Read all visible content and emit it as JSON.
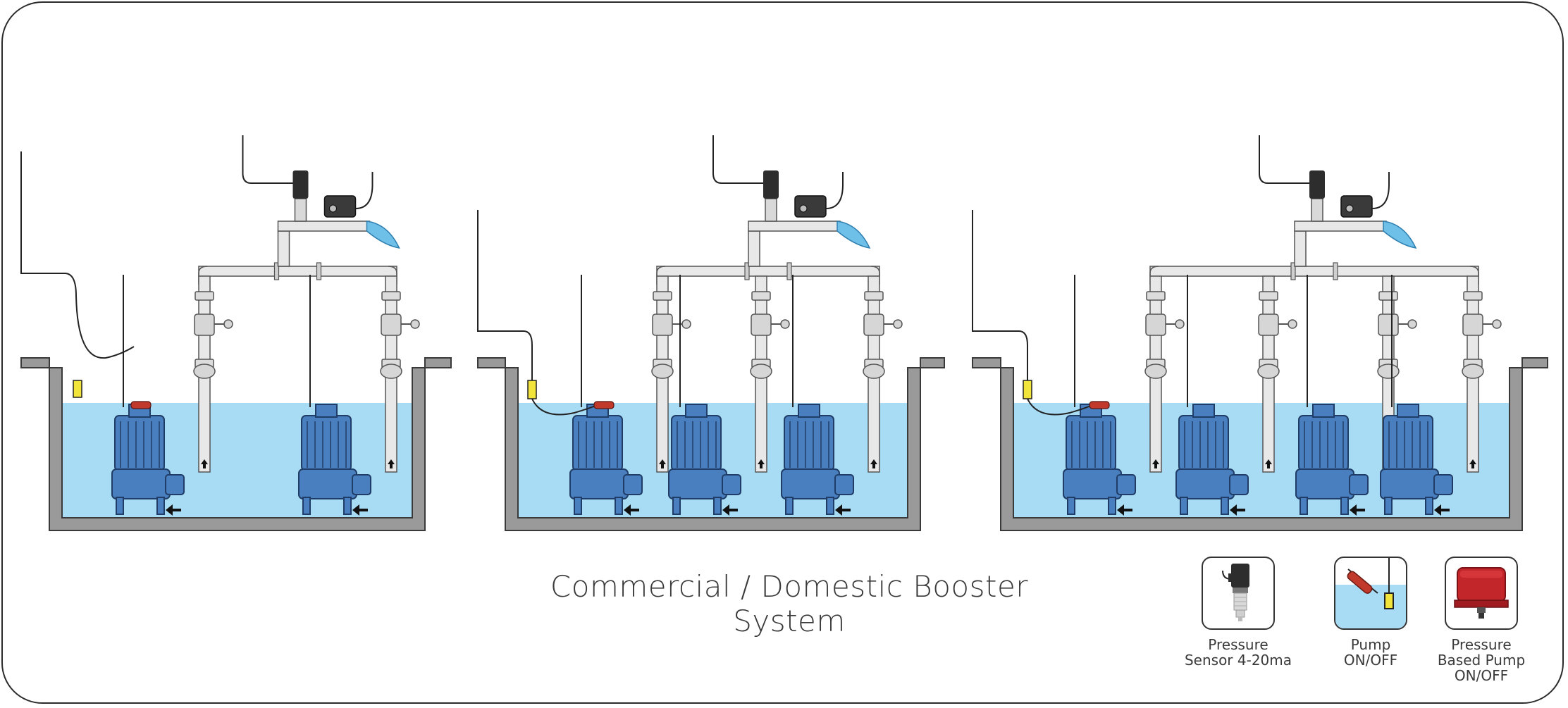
{
  "title": "Commercial / Domestic Booster System",
  "legend": [
    {
      "icon": "pressure-sensor-icon",
      "line1": "Pressure",
      "line2": "Sensor 4-20ma",
      "line3": ""
    },
    {
      "icon": "float-switch-icon",
      "line1": "Pump",
      "line2": "ON/OFF",
      "line3": ""
    },
    {
      "icon": "pressure-switch-icon",
      "line1": "Pressure",
      "line2": "Based  Pump",
      "line3": "ON/OFF"
    }
  ],
  "systems": [
    {
      "name": "two-pump-system",
      "pumps": 2
    },
    {
      "name": "three-pump-system",
      "pumps": 3
    },
    {
      "name": "four-pump-system",
      "pumps": 4
    }
  ],
  "colors": {
    "water": "#a8dcf4",
    "tank_wall": "#9a9a9a",
    "pump_blue": "#4a7fbf",
    "pipe": "#e8e8e8",
    "float": "#f2e43a",
    "level_switch": "#c0392b",
    "pressure_switch": "#c3262a"
  }
}
